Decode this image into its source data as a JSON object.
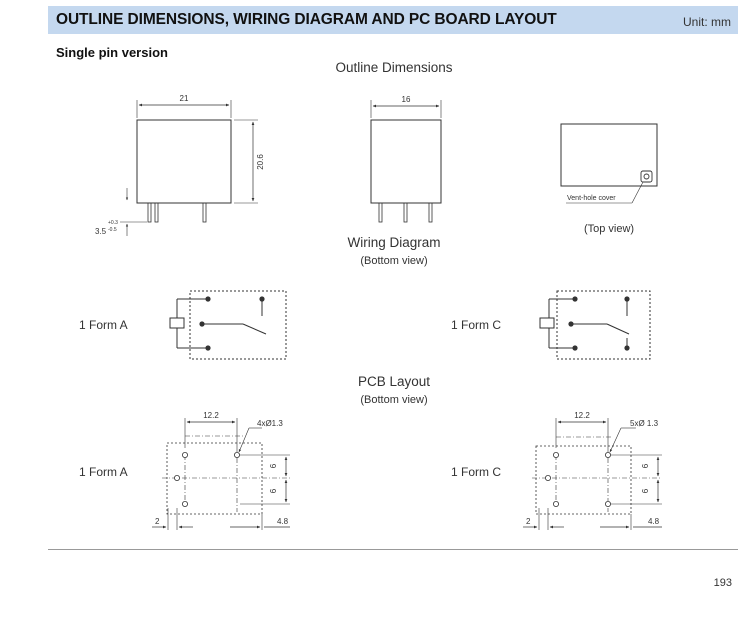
{
  "header": {
    "title": "OUTLINE DIMENSIONS, WIRING DIAGRAM AND PC BOARD LAYOUT",
    "unit": "Unit:  mm"
  },
  "subheader": "Single pin version",
  "outline": {
    "title": "Outline Dimensions",
    "front_width": "21",
    "height": "20.6",
    "pin_length": "3.5",
    "pin_tol_plus": "+0.3",
    "pin_tol_minus": "-0.5",
    "side_width": "16",
    "vent_label": "Vent-hole cover",
    "top_view_label": "(Top view)"
  },
  "wiring": {
    "title": "Wiring Diagram",
    "subtitle": "(Bottom view)",
    "form_a": "1 Form A",
    "form_c": "1 Form C"
  },
  "pcb": {
    "title": "PCB Layout",
    "subtitle": "(Bottom view)",
    "form_a": "1 Form A",
    "form_c": "1 Form C",
    "a_span": "12.2",
    "a_holes": "4xØ1.3",
    "c_span": "12.2",
    "c_holes": "5xØ 1.3",
    "pitch_1": "6",
    "pitch_2": "6",
    "left_offset": "2",
    "right_offset": "4.8"
  },
  "page_number": "193"
}
